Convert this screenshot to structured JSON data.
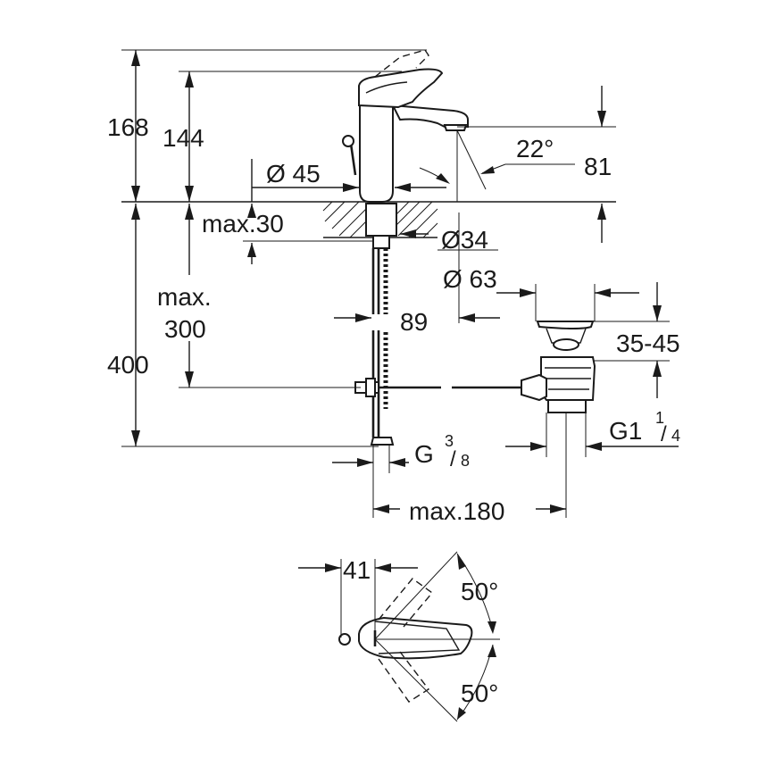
{
  "drawing": {
    "dimensions": {
      "total_height": "168",
      "spout_height": "144",
      "spout_reach": "81",
      "spout_angle": "22°",
      "outlet_diameter": "Ø 45",
      "max_counter_thickness": "max.30",
      "hole_diameter": "Ø34",
      "waste_head_diameter": "Ø 63",
      "spout_to_waste": "89",
      "waste_height": "35-45",
      "hose_length_prefix": "max.",
      "hose_length_value": "300",
      "total_below_counter": "400",
      "inlet_thread": "G",
      "inlet_thread_num": "3",
      "inlet_thread_den": "8",
      "waste_thread": "G1",
      "waste_thread_num": "1",
      "waste_thread_den": "4",
      "max_rod_length": "max.180",
      "handle_offset": "41",
      "swing_angle_top": "50°",
      "swing_angle_bottom": "50°"
    }
  }
}
